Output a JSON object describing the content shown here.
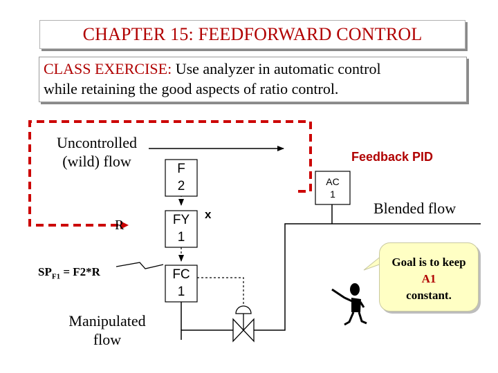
{
  "title": "CHAPTER 15: FEEDFORWARD CONTROL",
  "exercise": {
    "lead": "CLASS EXERCISE:",
    "line1_rest": " Use analyzer in automatic control",
    "line2": "while retaining the good aspects of ratio control."
  },
  "labels": {
    "wild_flow_1": "Uncontrolled",
    "wild_flow_2": "(wild) flow",
    "r": "R",
    "sp_main": "SP",
    "sp_sub": "F1",
    "sp_rest": " = F2*R",
    "manipulated_1": "Manipulated",
    "manipulated_2": "flow",
    "feedback_pid": "Feedback PID",
    "blended_flow": "Blended flow",
    "multiply": "x"
  },
  "instruments": {
    "f2": [
      "F",
      "2"
    ],
    "fy1": [
      "FY",
      "1"
    ],
    "fc1": [
      "FC",
      "1"
    ],
    "ac1": [
      "AC",
      "1"
    ]
  },
  "callout": {
    "line1": "Goal is to keep",
    "line2": "A1",
    "line3": "constant."
  },
  "colors": {
    "title_text": "#b00000",
    "signal_dashed": "#cc0000",
    "callout_fill": "#ffffc4",
    "callout_emphasis": "#b00000"
  }
}
